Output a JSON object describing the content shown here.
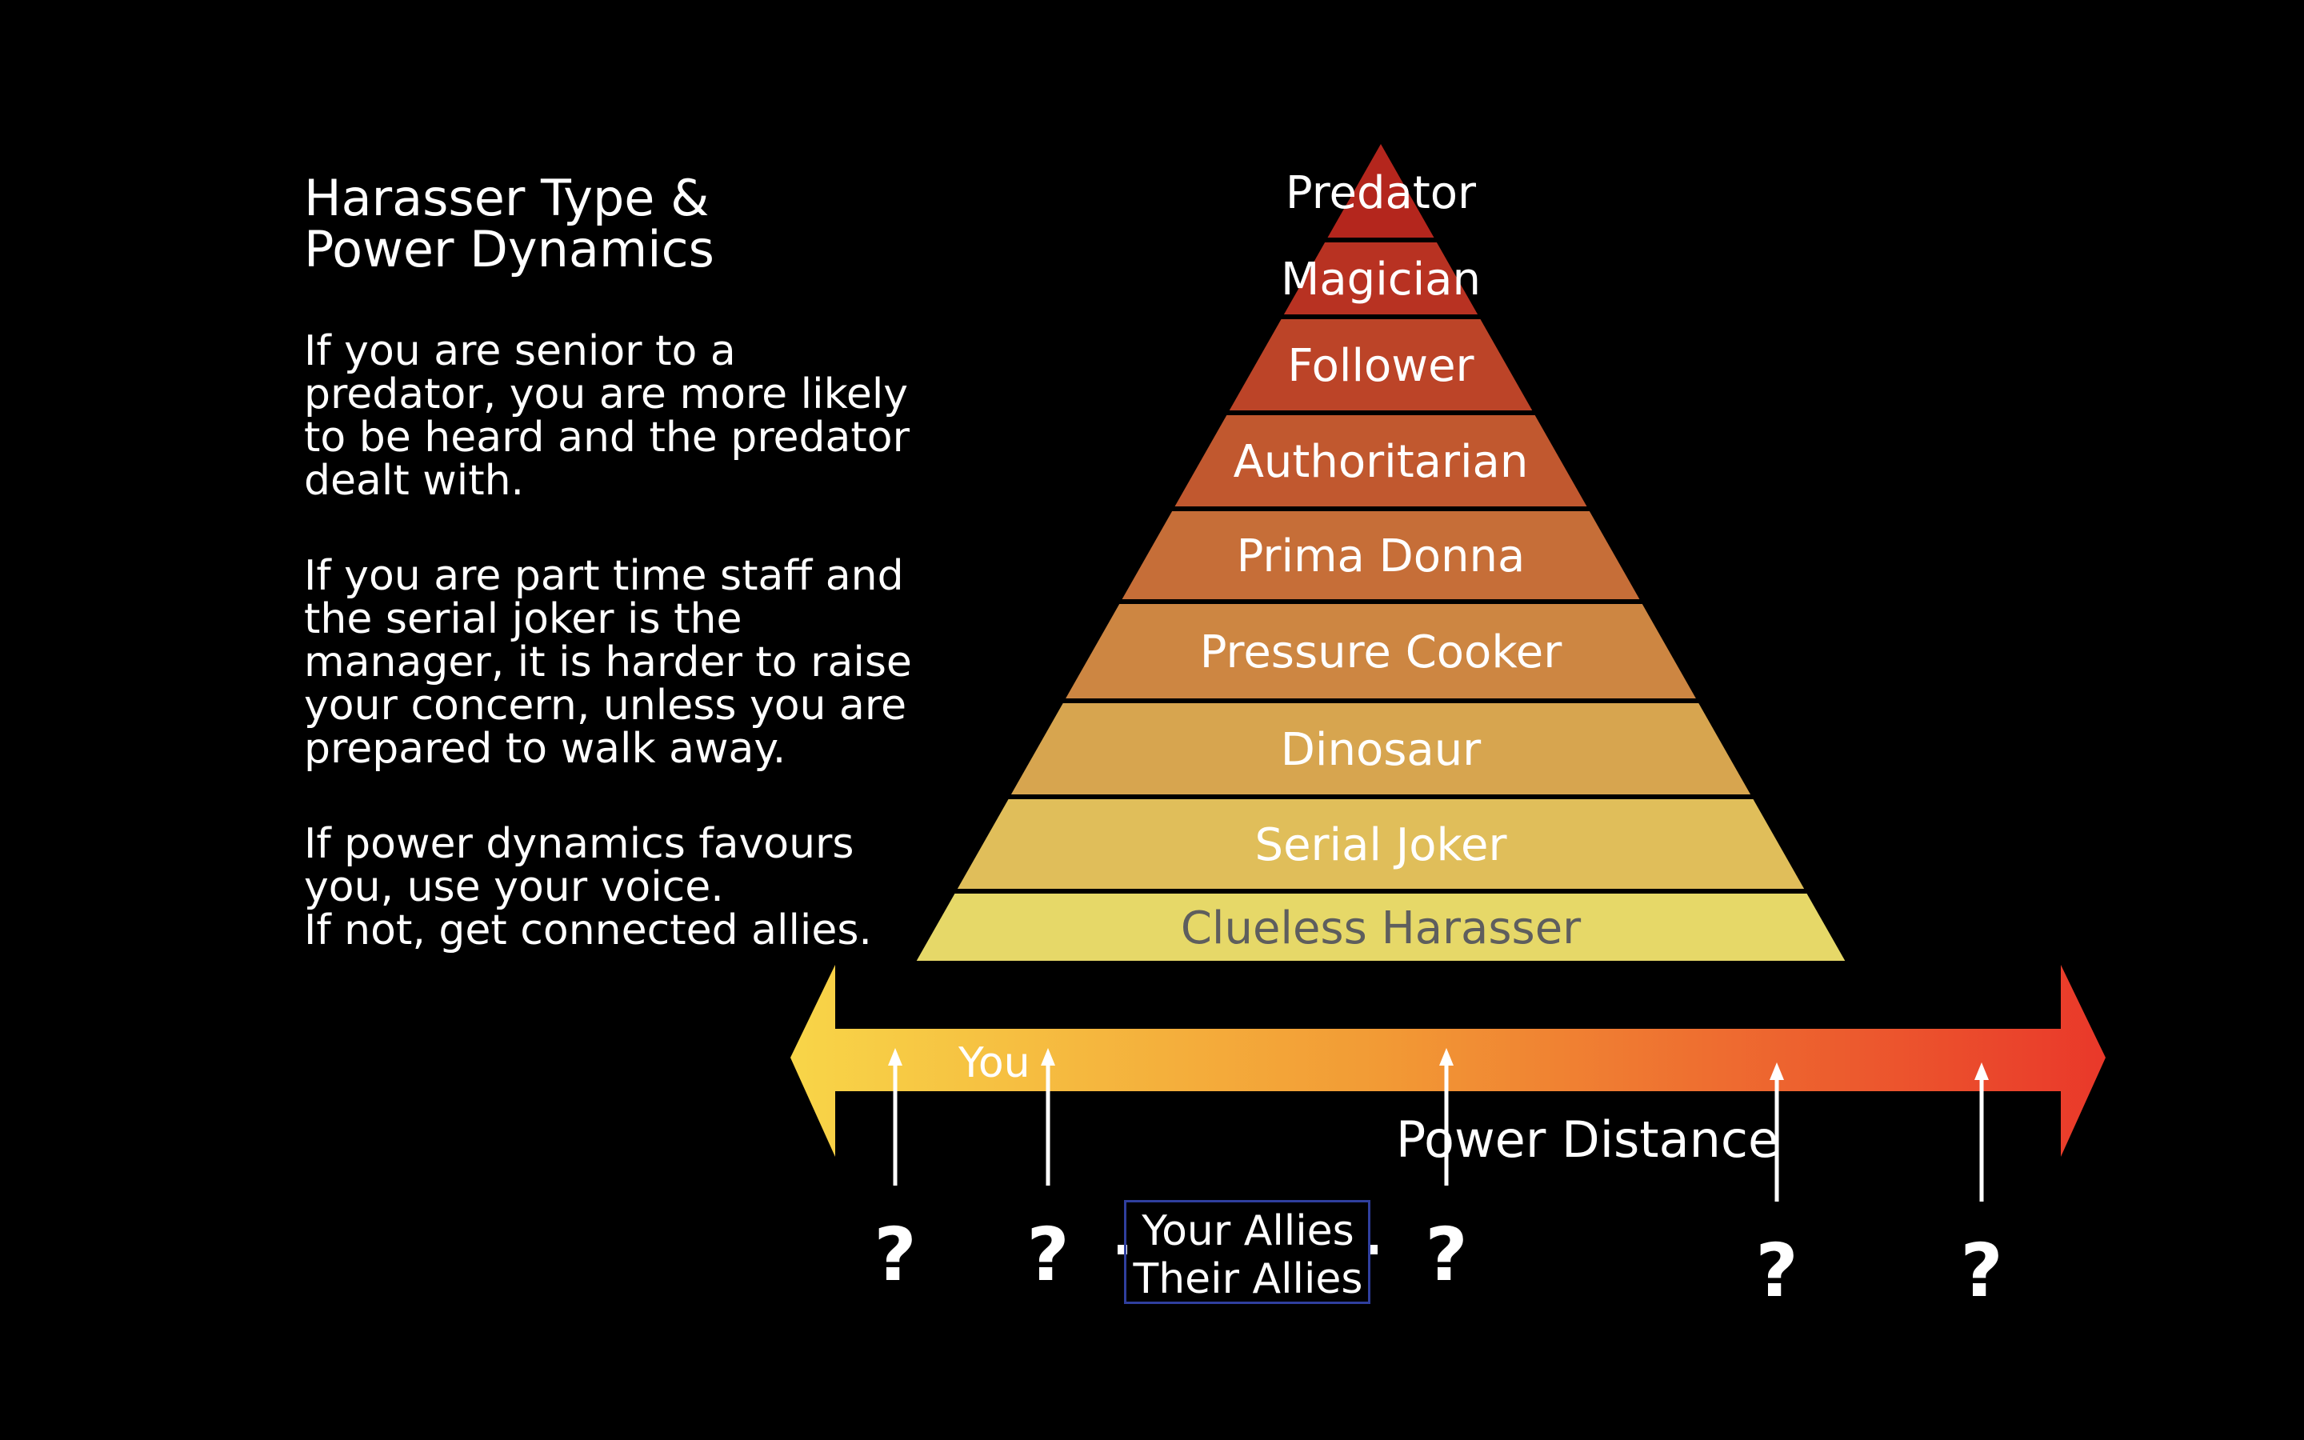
{
  "heading": {
    "lines": [
      "Harasser Type &",
      "Power Dynamics"
    ]
  },
  "paragraphs": [
    [
      "If you are senior to a",
      "predator, you are more likely",
      "to be heard and the predator",
      "dealt with."
    ],
    [
      "If you are part time staff and",
      "the serial joker is the",
      "manager, it is harder to raise",
      "your concern, unless you are",
      "prepared to walk away."
    ],
    [
      "If power dynamics favours",
      "you, use your voice.",
      "If not, get connected allies."
    ]
  ],
  "pyramid": {
    "levels": [
      {
        "label": "Predator",
        "color": "#b4261d",
        "text_color": "#ffffff"
      },
      {
        "label": "Magician",
        "color": "#b83222",
        "text_color": "#ffffff"
      },
      {
        "label": "Follower",
        "color": "#bc4428",
        "text_color": "#ffffff"
      },
      {
        "label": "Authoritarian",
        "color": "#c1582f",
        "text_color": "#ffffff"
      },
      {
        "label": "Prima Donna",
        "color": "#c66e38",
        "text_color": "#ffffff"
      },
      {
        "label": "Pressure Cooker",
        "color": "#cd8642",
        "text_color": "#ffffff"
      },
      {
        "label": "Dinosaur",
        "color": "#d7a54f",
        "text_color": "#ffffff"
      },
      {
        "label": "Serial Joker",
        "color": "#e0be5a",
        "text_color": "#ffffff"
      },
      {
        "label": "Clueless Harasser",
        "color": "#e6d868",
        "text_color": "#5e5e5e"
      }
    ]
  },
  "axis": {
    "you_label": "You",
    "axis_label": "Power Distance",
    "gradient": [
      "#f8d548",
      "#f29a35",
      "#e9382a"
    ]
  },
  "markers": [
    "?",
    "?",
    "?",
    "?",
    "?"
  ],
  "allies": {
    "line1": "Your Allies",
    "line2": "Their Allies",
    "box_color": "#2f3f9e"
  }
}
